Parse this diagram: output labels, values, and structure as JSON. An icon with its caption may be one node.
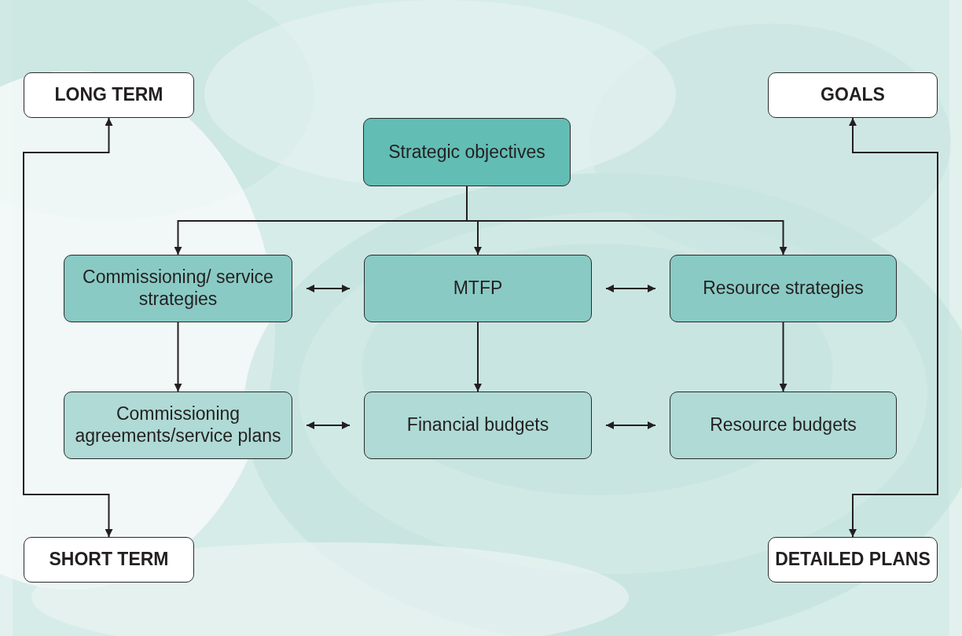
{
  "diagram": {
    "nodes": [
      {
        "text": [
          "LONG TERM"
        ]
      },
      {
        "text": [
          "GOALS"
        ]
      },
      {
        "text": [
          "Strategic objectives"
        ]
      },
      {
        "text": [
          "Commissioning/ service strategies"
        ]
      },
      {
        "text": [
          "MTFP"
        ]
      },
      {
        "text": [
          "Resource strategies"
        ]
      },
      {
        "text": [
          "Commissioning agreements/service plans"
        ]
      },
      {
        "text": [
          "Financial budgets"
        ]
      },
      {
        "text": [
          "Resource budgets"
        ]
      },
      {
        "text": [
          "SHORT TERM"
        ]
      },
      {
        "text": [
          "DETAILED PLANS"
        ]
      }
    ],
    "edges": [
      {
        "from": 2,
        "to": 3,
        "arrow": "to"
      },
      {
        "from": 2,
        "to": 4,
        "arrow": "to"
      },
      {
        "from": 2,
        "to": 5,
        "arrow": "to"
      },
      {
        "from": 3,
        "to": 4,
        "arrow": "both"
      },
      {
        "from": 4,
        "to": 5,
        "arrow": "both"
      },
      {
        "from": 3,
        "to": 6,
        "arrow": "to"
      },
      {
        "from": 4,
        "to": 7,
        "arrow": "to"
      },
      {
        "from": 5,
        "to": 8,
        "arrow": "to"
      },
      {
        "from": 6,
        "to": 7,
        "arrow": "both"
      },
      {
        "from": 7,
        "to": 8,
        "arrow": "both"
      },
      {
        "from": 0,
        "to": 9,
        "arrow": "both"
      },
      {
        "from": 1,
        "to": 10,
        "arrow": "both"
      }
    ]
  }
}
